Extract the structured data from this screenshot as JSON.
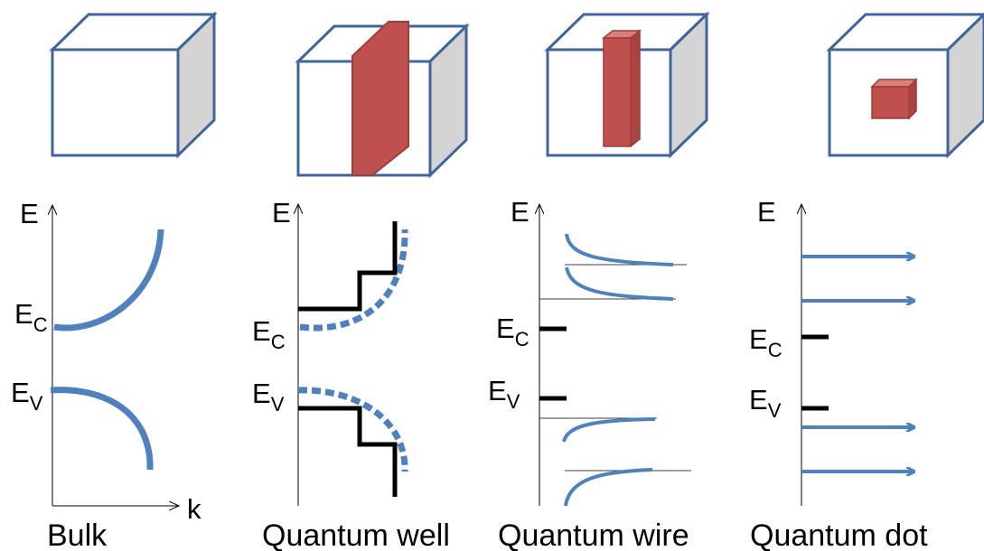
{
  "panels": [
    {
      "caption": "Bulk",
      "energy_axis": "E",
      "momentum_axis": "k",
      "ec": "E",
      "ec_sub": "C",
      "ev": "E",
      "ev_sub": "V"
    },
    {
      "caption": "Quantum well",
      "energy_axis": "E",
      "ec": "E",
      "ec_sub": "C",
      "ev": "E",
      "ev_sub": "V"
    },
    {
      "caption": "Quantum wire",
      "energy_axis": "E",
      "ec": "E",
      "ec_sub": "C",
      "ev": "E",
      "ev_sub": "V"
    },
    {
      "caption": "Quantum dot",
      "energy_axis": "E",
      "ec": "E",
      "ec_sub": "C",
      "ev": "E",
      "ev_sub": "V"
    }
  ],
  "colors": {
    "cube_edge": "#41659a",
    "cube_side": "#d4d4d4",
    "confined_region": "#c0504d",
    "curve": "#4f81bd",
    "step": "#000000"
  }
}
